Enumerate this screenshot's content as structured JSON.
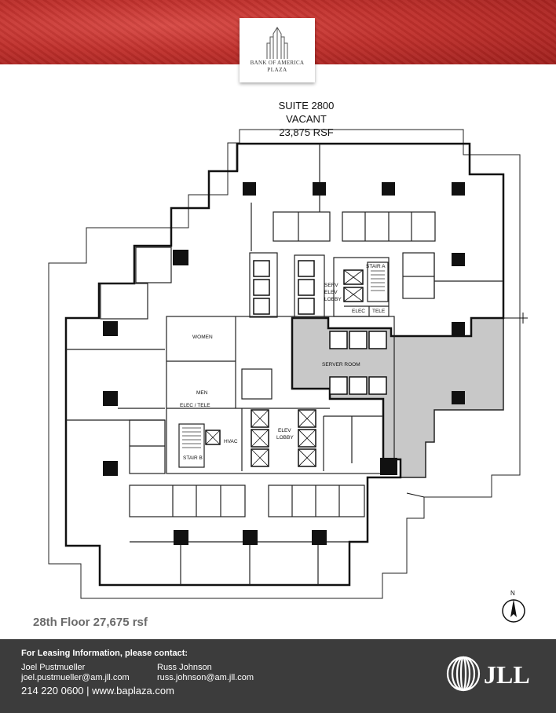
{
  "logo": {
    "line1": "BANK OF AMERICA",
    "line2": "PLAZA"
  },
  "suite": {
    "name": "SUITE 2800",
    "status": "VACANT",
    "area": "23,875 RSF"
  },
  "rooms": {
    "women": "WOMEN",
    "men": "MEN",
    "elec_tele": "ELEC / TELE",
    "hvac": "HVAC",
    "stair_b": "STAIR B",
    "elev_lobby_1": "ELEV",
    "elev_lobby_2": "LOBBY",
    "serv_1": "SERV",
    "serv_2": "ELEV",
    "serv_3": "LOBBY",
    "stair_a": "STAIR A",
    "elec": "ELEC",
    "tele": "TELE",
    "server_room": "SERVER ROOM"
  },
  "floor": {
    "label": "28th Floor 27,675 rsf"
  },
  "north_label": "N",
  "colors": {
    "banner": "#c0302c",
    "highlight": "#c8c8c8",
    "footer": "#3c3c3c"
  },
  "footer": {
    "heading": "For Leasing Information, please contact:",
    "contact1_name": "Joel Pustmueller",
    "contact1_email": "joel.pustmueller@am.jll.com",
    "contact2_name": "Russ Johnson",
    "contact2_email": "russ.johnson@am.jll.com",
    "phone_web": "214 220 0600  |  www.baplaza.com",
    "brand": "JLL"
  }
}
